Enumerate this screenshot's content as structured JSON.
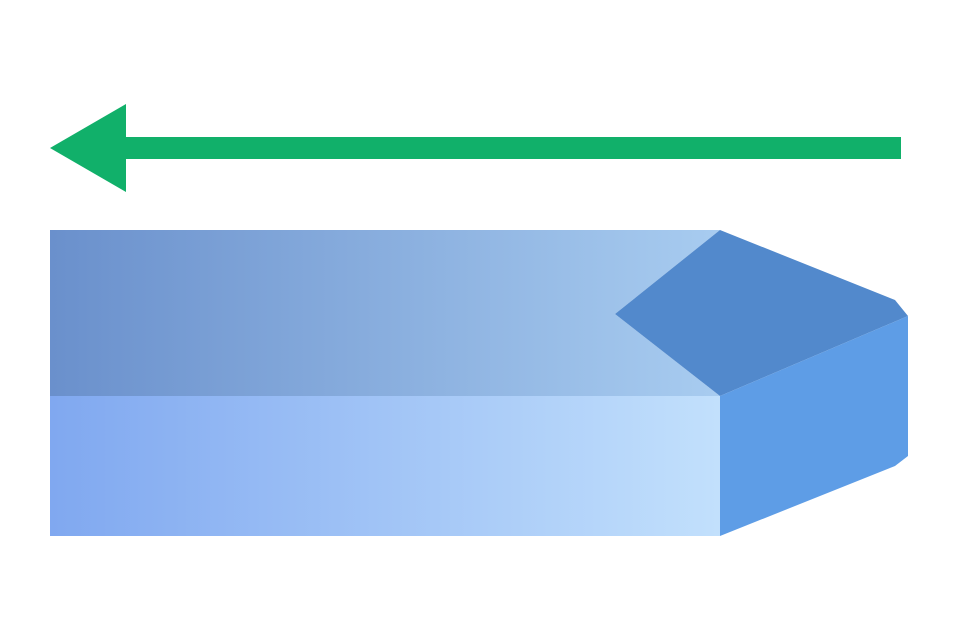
{
  "diagram": {
    "arrow": {
      "direction": "left",
      "color": "#11b06a"
    },
    "block": {
      "shape": "3d-rectangular-prism",
      "end_shape": "pointed",
      "colors": {
        "top_dark": "#6a90cc",
        "top_light": "#a8ccf0",
        "front_dark": "#80a8f0",
        "front_light": "#c2e0fc",
        "end_top": "#5289cc",
        "end_front": "#5e9de6"
      }
    }
  }
}
